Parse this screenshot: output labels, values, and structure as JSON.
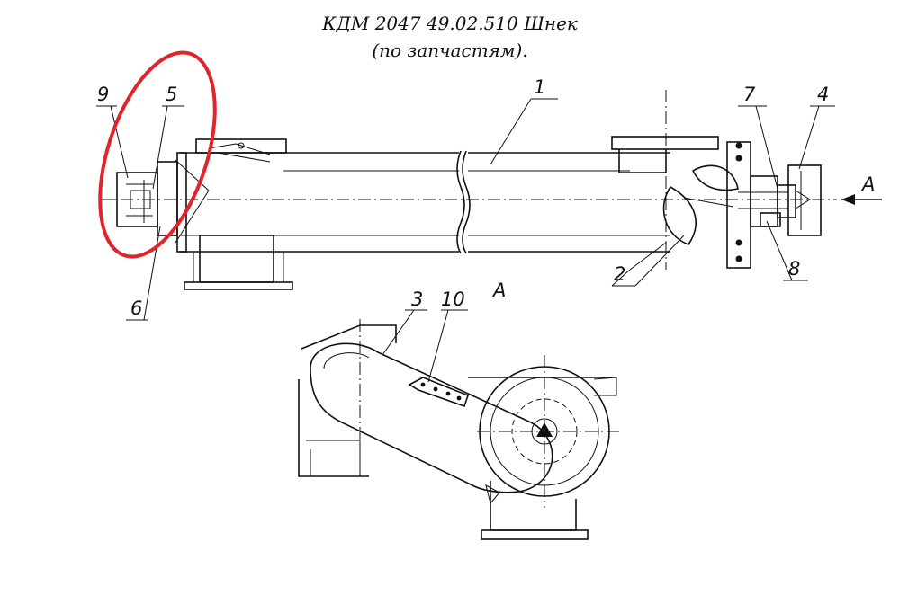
{
  "title": {
    "line1": "КДМ 2047 49.02.510 Шнек",
    "line2": "(по запчастям)."
  },
  "callouts": {
    "c1": "1",
    "c2": "2",
    "c3": "3",
    "c4": "4",
    "c5": "5",
    "c6": "6",
    "c7": "7",
    "c8": "8",
    "c9": "9",
    "c10": "10"
  },
  "view_labels": {
    "arrow_a": "A",
    "section_a": "A"
  },
  "colors": {
    "highlight": "#e0242b",
    "line": "#111111"
  }
}
